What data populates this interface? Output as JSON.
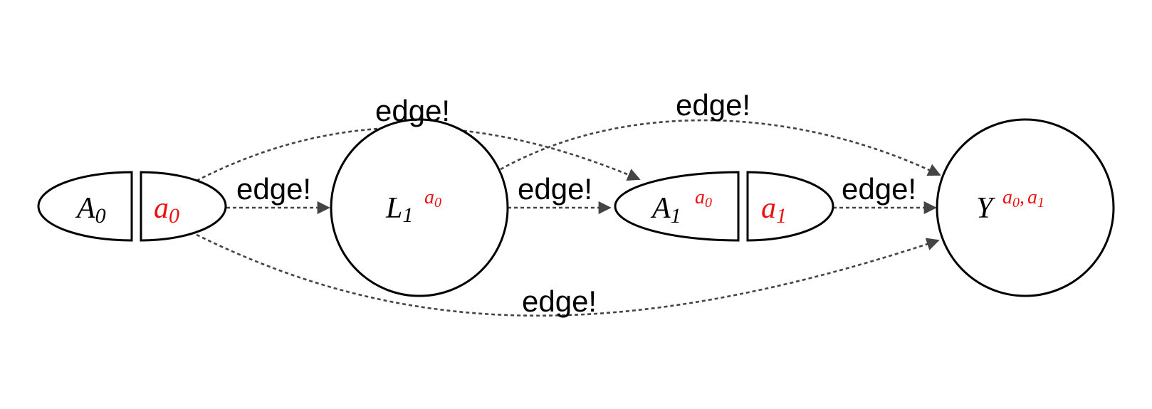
{
  "colors": {
    "node_stroke": "#000000",
    "edge_stroke": "#444444",
    "text": "#000000",
    "highlight": "#ee1111"
  },
  "nodes": {
    "a0_split": {
      "left_main": "A",
      "left_sub": "0",
      "right_main": "a",
      "right_sub": "0"
    },
    "l1": {
      "main": "L",
      "sub": "1",
      "sup_main": "a",
      "sup_sub": "0"
    },
    "a1_split": {
      "left_main": "A",
      "left_sub": "1",
      "left_sup_main": "a",
      "left_sup_sub": "0",
      "right_main": "a",
      "right_sub": "1"
    },
    "y": {
      "main": "Y",
      "sup_a0_main": "a",
      "sup_a0_sub": "0",
      "sup_sep": ",",
      "sup_a1_main": "a",
      "sup_a1_sub": "1"
    }
  },
  "edges": [
    {
      "id": "a0-to-l1",
      "label": "edge!"
    },
    {
      "id": "a0-to-a1",
      "label": "edge!"
    },
    {
      "id": "a0-to-y",
      "label": "edge!"
    },
    {
      "id": "l1-to-a1",
      "label": "edge!"
    },
    {
      "id": "l1-to-y",
      "label": "edge!"
    },
    {
      "id": "a1-to-y",
      "label": "edge!"
    }
  ]
}
